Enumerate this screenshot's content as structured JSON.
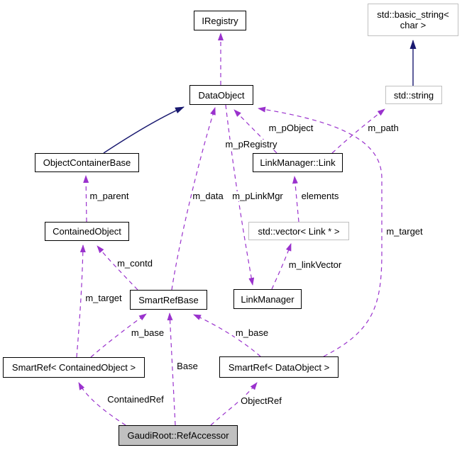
{
  "diagram": {
    "kind": "doxygen-collaboration-graph",
    "colors": {
      "background": "#ffffff",
      "usage_edge": "#9a32cd",
      "inheritance_edge": "#191970",
      "class_border": "#000000",
      "external_border": "#c0c0c0",
      "current_node_fill": "#c0c0c0",
      "text": "#000000"
    },
    "nodes": [
      {
        "id": "iregistry",
        "label": "IRegistry",
        "kind": "class"
      },
      {
        "id": "std-basic-string",
        "label": "std::basic_string< char >",
        "kind": "external"
      },
      {
        "id": "dataobject",
        "label": "DataObject",
        "kind": "class"
      },
      {
        "id": "std-string",
        "label": "std::string",
        "kind": "external"
      },
      {
        "id": "objectcontainerbase",
        "label": "ObjectContainerBase",
        "kind": "class"
      },
      {
        "id": "linkmanager-link",
        "label": "LinkManager::Link",
        "kind": "class"
      },
      {
        "id": "containedobject",
        "label": "ContainedObject",
        "kind": "class"
      },
      {
        "id": "std-vector-link",
        "label": "std::vector< Link * >",
        "kind": "external"
      },
      {
        "id": "smartrefbase",
        "label": "SmartRefBase",
        "kind": "class"
      },
      {
        "id": "linkmanager",
        "label": "LinkManager",
        "kind": "class"
      },
      {
        "id": "smartref-containedobject",
        "label": "SmartRef< ContainedObject >",
        "kind": "class"
      },
      {
        "id": "smartref-dataobject",
        "label": "SmartRef< DataObject >",
        "kind": "class"
      },
      {
        "id": "gaudiroot-refaccessor",
        "label": "GaudiRoot::RefAccessor",
        "kind": "current"
      }
    ],
    "edges": [
      {
        "label": "m_pRegistry",
        "from": "DataObject",
        "to": "IRegistry",
        "type": "usage"
      },
      {
        "label": "m_pObject",
        "from": "LinkManager::Link",
        "to": "DataObject",
        "type": "usage"
      },
      {
        "label": "m_path",
        "from": "LinkManager::Link",
        "to": "std::string",
        "type": "usage"
      },
      {
        "label": "m_target",
        "from": "SmartRef< DataObject >",
        "to": "DataObject",
        "type": "usage"
      },
      {
        "label": "m_data",
        "from": "SmartRefBase",
        "to": "DataObject",
        "type": "usage"
      },
      {
        "label": "m_pLinkMgr",
        "from": "DataObject",
        "to": "LinkManager",
        "type": "usage"
      },
      {
        "label": "elements",
        "from": "std::vector< Link * >",
        "to": "LinkManager::Link",
        "type": "usage"
      },
      {
        "label": "m_linkVector",
        "from": "LinkManager",
        "to": "std::vector< Link * >",
        "type": "usage"
      },
      {
        "label": "m_parent",
        "from": "ContainedObject",
        "to": "ObjectContainerBase",
        "type": "usage"
      },
      {
        "label": "m_contd",
        "from": "SmartRefBase",
        "to": "ContainedObject",
        "type": "usage"
      },
      {
        "label": "m_target",
        "from": "SmartRef< ContainedObject >",
        "to": "ContainedObject",
        "type": "usage"
      },
      {
        "label": "m_base",
        "from": "SmartRef< ContainedObject >",
        "to": "SmartRefBase",
        "type": "usage"
      },
      {
        "label": "m_base",
        "from": "SmartRef< DataObject >",
        "to": "SmartRefBase",
        "type": "usage"
      },
      {
        "label": "Base",
        "from": "GaudiRoot::RefAccessor",
        "to": "SmartRefBase",
        "type": "usage"
      },
      {
        "label": "ContainedRef",
        "from": "GaudiRoot::RefAccessor",
        "to": "SmartRef< ContainedObject >",
        "type": "usage"
      },
      {
        "label": "ObjectRef",
        "from": "GaudiRoot::RefAccessor",
        "to": "SmartRef< DataObject >",
        "type": "usage"
      },
      {
        "label": "",
        "from": "ObjectContainerBase",
        "to": "DataObject",
        "type": "inheritance"
      },
      {
        "label": "",
        "from": "std::string",
        "to": "std::basic_string< char >",
        "type": "inheritance"
      }
    ]
  }
}
